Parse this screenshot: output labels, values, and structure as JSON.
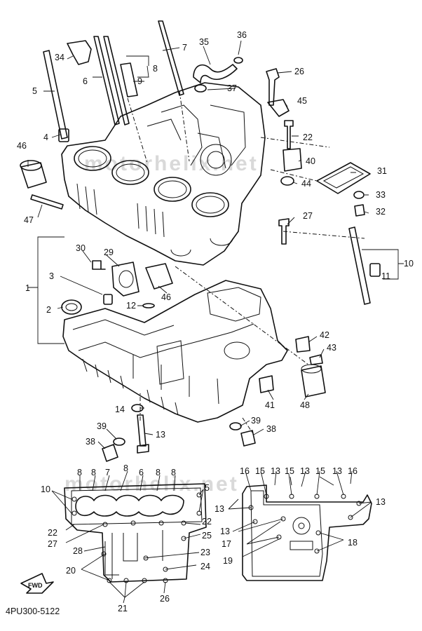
{
  "diagram": {
    "watermark": "motorhelix.net",
    "code": "4PU300-5122",
    "fwd": "FWD",
    "labels": {
      "c1": "1",
      "c2": "2",
      "c3": "3",
      "c4": "4",
      "c5": "5",
      "c6": "6",
      "c7": "7",
      "c8": "8",
      "c9": "9",
      "c10": "10",
      "c11": "11",
      "c12": "12",
      "c13": "13",
      "c14": "14",
      "c22": "22",
      "c26": "26",
      "c27": "27",
      "c29": "29",
      "c30": "30",
      "c31": "31",
      "c32": "32",
      "c33": "33",
      "c34": "34",
      "c35": "35",
      "c36": "36",
      "c37": "37",
      "c38a": "38",
      "c38b": "38",
      "c39a": "39",
      "c39b": "39",
      "c40": "40",
      "c41": "41",
      "c42": "42",
      "c43": "43",
      "c44": "44",
      "c45": "45",
      "c46a": "46",
      "c46b": "46",
      "c47": "47",
      "c48": "48",
      "tl8a": "8",
      "tl8b": "8",
      "tl7": "7",
      "tl8c": "8",
      "tl6": "6",
      "tl8d": "8",
      "tl8e": "8",
      "tl10": "10",
      "tl5": "5",
      "tl22a": "22",
      "tl22b": "22",
      "tl27": "27",
      "tl28": "28",
      "tl25": "25",
      "tl23": "23",
      "tl20": "20",
      "tl24": "24",
      "tl21": "21",
      "tl26": "26",
      "bl16a": "16",
      "bl15a": "15",
      "bl13a": "13",
      "bl15b": "15",
      "bl13b": "13",
      "bl15c": "15",
      "bl13c": "13",
      "bl16b": "16",
      "bl13d": "13",
      "bl13e": "13",
      "bl13f": "13",
      "bl17": "17",
      "bl18": "18",
      "bl19": "19"
    }
  }
}
